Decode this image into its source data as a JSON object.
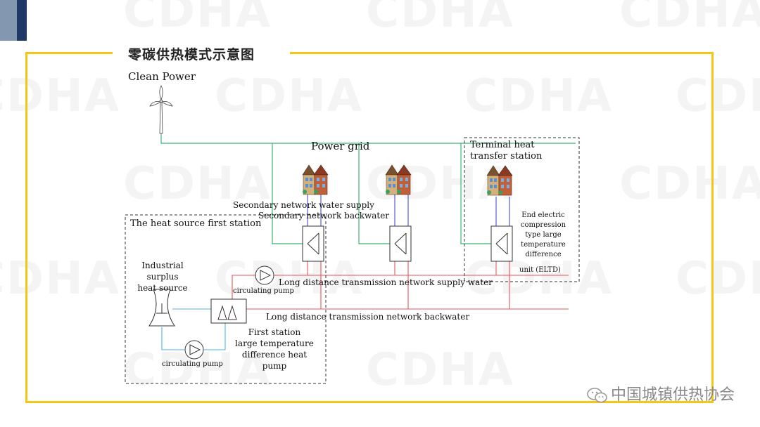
{
  "header": {
    "title": "零碳供热模式示意图"
  },
  "labels": {
    "clean_power": "Clean Power",
    "power_grid": "Power grid",
    "terminal_station_1": "Terminal heat",
    "terminal_station_2": "transfer station",
    "secondary_supply": "Secondary network water supply",
    "secondary_backwater": "Secondary network backwater",
    "heat_source_station": "The heat source first station",
    "industrial_1": "Industrial",
    "industrial_2": "surplus",
    "industrial_3": "heat source",
    "circulating_pump_top": "circulating pump",
    "circulating_pump_bottom": "circulating pump",
    "long_supply": "Long distance transmission network supply water",
    "long_backwater": "Long distance transmission network backwater",
    "first_station_1": "First station",
    "first_station_2": "large temperature",
    "first_station_3": "difference heat",
    "first_station_4": "pump",
    "eltd_1": "End electric",
    "eltd_2": "compression",
    "eltd_3": "type large",
    "eltd_4": "temperature",
    "eltd_5": "difference",
    "eltd_6": "unit (ELTD)"
  },
  "watermark": {
    "text": "CDHA"
  },
  "footer": {
    "text": "中国城镇供热协会",
    "icon": "wechat-icon"
  },
  "colors": {
    "frame": "#f5c518",
    "header_dark": "#1f3864",
    "header_light": "#8497b0",
    "power_line": "#3cb371",
    "supply_line": "#e8555a",
    "secondary_line": "#4c4cd8",
    "cool_line": "#4fb3e8"
  }
}
